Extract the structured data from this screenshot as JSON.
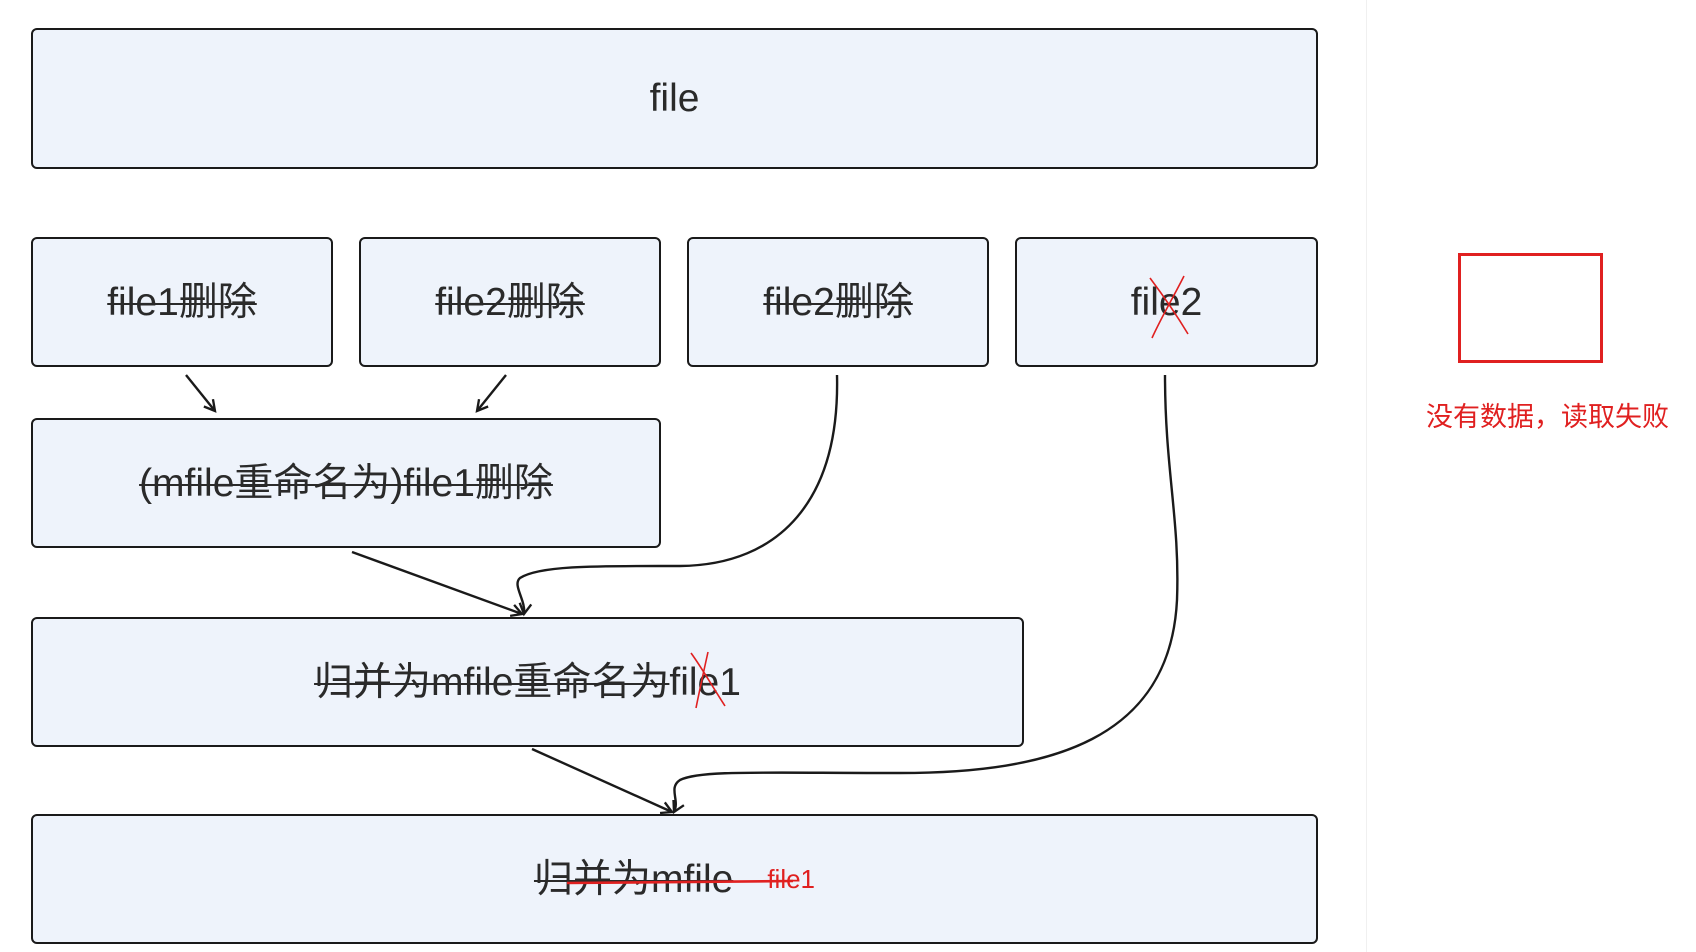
{
  "nodes": {
    "file": "file",
    "file1_delete": "file1删除",
    "file2_delete_a": "file2删除",
    "file2_delete_b": "file2删除",
    "file2": "file2",
    "rename_delete": "(mfile重命名为)file1删除",
    "merge_rename": "归并为mfile重命名为file1",
    "merge_rename_prefix": "归并为mfile重命名为",
    "merge_rename_suffix": "file1",
    "merge_final": "归并为mfile"
  },
  "annotations": {
    "final_note": "file1",
    "side_note": "没有数据，读取失败"
  },
  "colors": {
    "node_fill": "#eef3fb",
    "node_border": "#1a1a1a",
    "annotation_red": "#e02020"
  }
}
